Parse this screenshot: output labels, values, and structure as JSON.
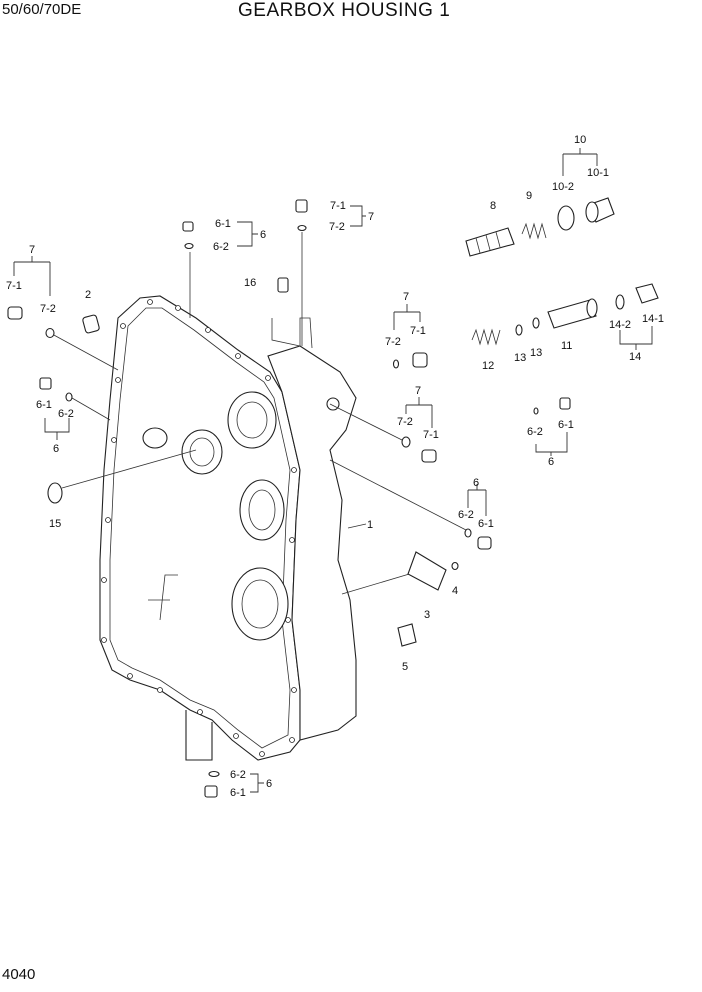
{
  "header": {
    "model": "50/60/70DE",
    "title": "GEARBOX HOUSING 1"
  },
  "footer": {
    "page_number": "4040"
  },
  "callouts": {
    "c1": "1",
    "c2": "2",
    "c3": "3",
    "c4": "4",
    "c5": "5",
    "c8": "8",
    "c9": "9",
    "c11": "11",
    "c12": "12",
    "c13a": "13",
    "c13b": "13",
    "c15": "15",
    "c16": "16",
    "g10": "10",
    "g10_1": "10-1",
    "g10_2": "10-2",
    "g14": "14",
    "g14_1": "14-1",
    "g14_2": "14-2",
    "gTop6": "6",
    "gTop6_1": "6-1",
    "gTop6_2": "6-2",
    "gTop7": "7",
    "gTop7_1": "7-1",
    "gTop7_2": "7-2",
    "gL7": "7",
    "gL7_1": "7-1",
    "gL7_2": "7-2",
    "gL6": "6",
    "gL6_1": "6-1",
    "gL6_2": "6-2",
    "gM7a": "7",
    "gM7a_1": "7-1",
    "gM7a_2": "7-2",
    "gM7b": "7",
    "gM7b_1": "7-1",
    "gM7b_2": "7-2",
    "gR6": "6",
    "gR6_1": "6-1",
    "gR6_2": "6-2",
    "gM6": "6",
    "gM6_1": "6-1",
    "gM6_2": "6-2",
    "gB6": "6",
    "gB6_1": "6-1",
    "gB6_2": "6-2"
  }
}
